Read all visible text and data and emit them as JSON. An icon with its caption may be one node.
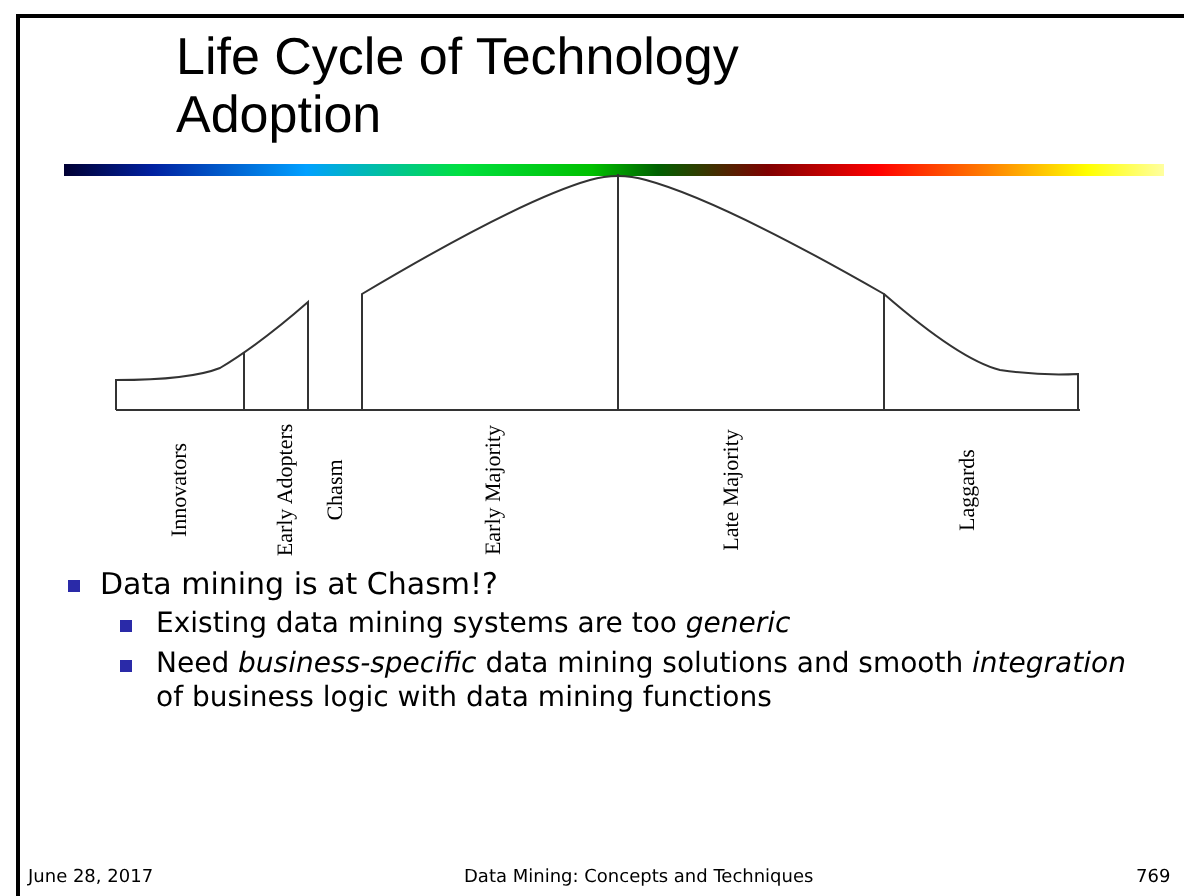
{
  "diagram": {
    "title": "Life Cycle of Technology Adoption",
    "labels": [
      "Innovators",
      "Early Adopters",
      "Chasm",
      "Early Majority",
      "Late Majority",
      "Laggards",
      "Data mining is at Chasm!?",
      "Existing data mining systems are too *generic*",
      "Need *business-specific* data mining solutions and smooth *integration* of business logic with data mining functions",
      "June 28, 2017",
      "Data Mining: Concepts and Techniques",
      "769"
    ]
  }
}
